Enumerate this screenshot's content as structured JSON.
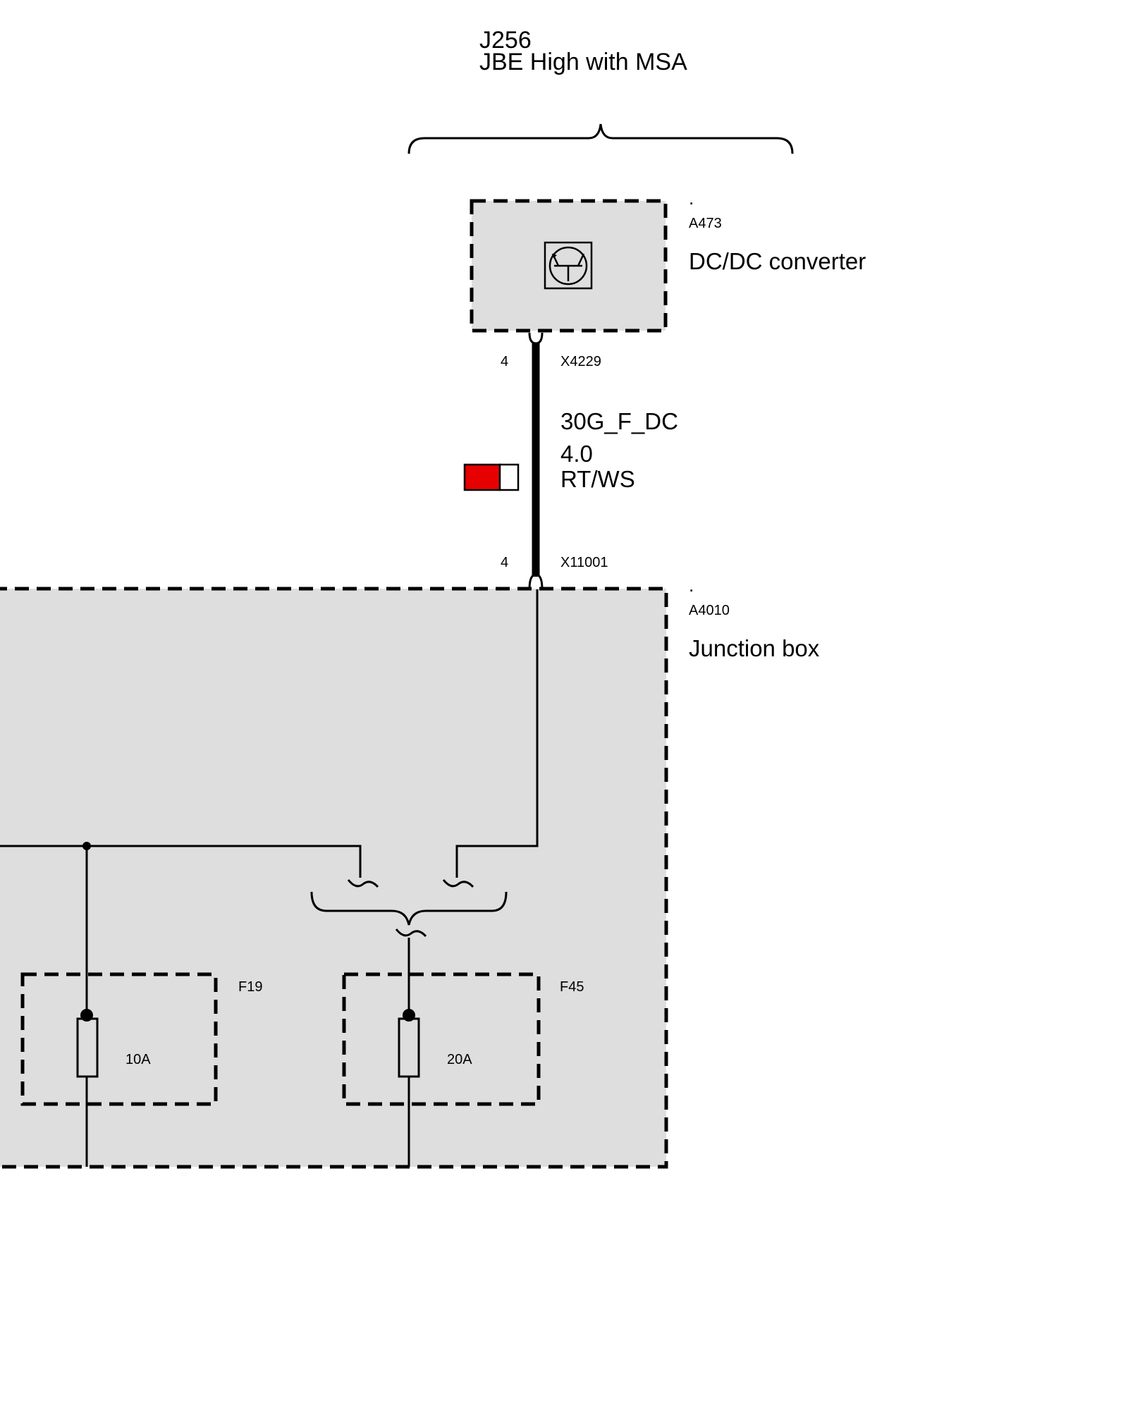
{
  "header": {
    "code": "J256",
    "title": "JBE High with MSA"
  },
  "dcdc": {
    "dot": ".",
    "id": "A473",
    "name": "DC/DC converter",
    "icon": "transistor-icon"
  },
  "wire": {
    "top_pin": "4",
    "top_connector": "X4229",
    "signal": "30G_F_DC",
    "gauge": "4.0",
    "color_code": "RT/WS",
    "color_primary": "#e60000",
    "color_secondary": "#ffffff",
    "bottom_pin": "4",
    "bottom_connector": "X11001"
  },
  "junction": {
    "dot": ".",
    "id": "A4010",
    "name": "Junction box"
  },
  "fuses": [
    {
      "id": "F19",
      "rating": "10A"
    },
    {
      "id": "F45",
      "rating": "20A"
    }
  ]
}
